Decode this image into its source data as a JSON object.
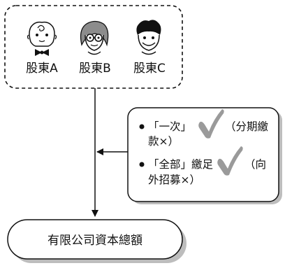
{
  "shareholders": [
    {
      "label": "股東A",
      "icon": "bald-man-bowtie-icon"
    },
    {
      "label": "股東B",
      "icon": "woman-glasses-icon"
    },
    {
      "label": "股東C",
      "icon": "curly-hair-man-icon"
    }
  ],
  "conditions": {
    "item1": {
      "line1_pre": "「一次」",
      "line1_post": "（分期繳",
      "line2": "款×）"
    },
    "item2": {
      "line1_pre": "「全部」繳足",
      "line1_post": "（向",
      "line2": "外招募×）"
    },
    "check_color": "#9a9a9a"
  },
  "total": {
    "label": "有限公司資本總額"
  }
}
